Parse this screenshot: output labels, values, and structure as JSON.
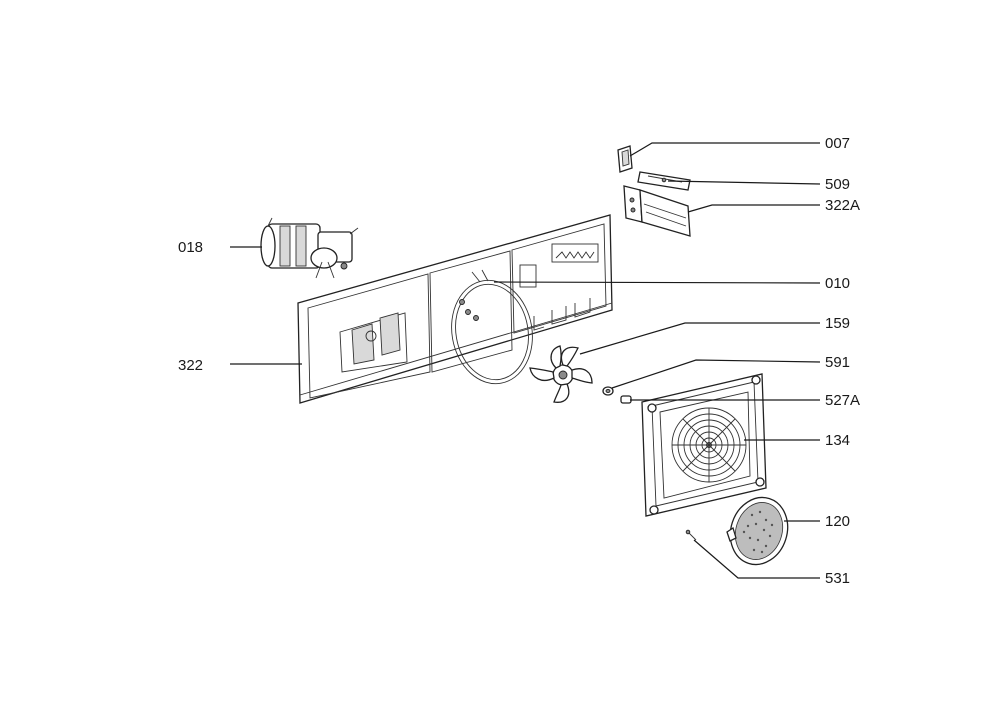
{
  "diagram": {
    "callouts": [
      {
        "id": "007",
        "label": "007"
      },
      {
        "id": "509",
        "label": "509"
      },
      {
        "id": "322A",
        "label": "322A"
      },
      {
        "id": "018",
        "label": "018"
      },
      {
        "id": "010",
        "label": "010"
      },
      {
        "id": "159",
        "label": "159"
      },
      {
        "id": "322",
        "label": "322"
      },
      {
        "id": "591",
        "label": "591"
      },
      {
        "id": "527A",
        "label": "527A"
      },
      {
        "id": "134",
        "label": "134"
      },
      {
        "id": "120",
        "label": "120"
      },
      {
        "id": "531",
        "label": "531"
      }
    ]
  }
}
